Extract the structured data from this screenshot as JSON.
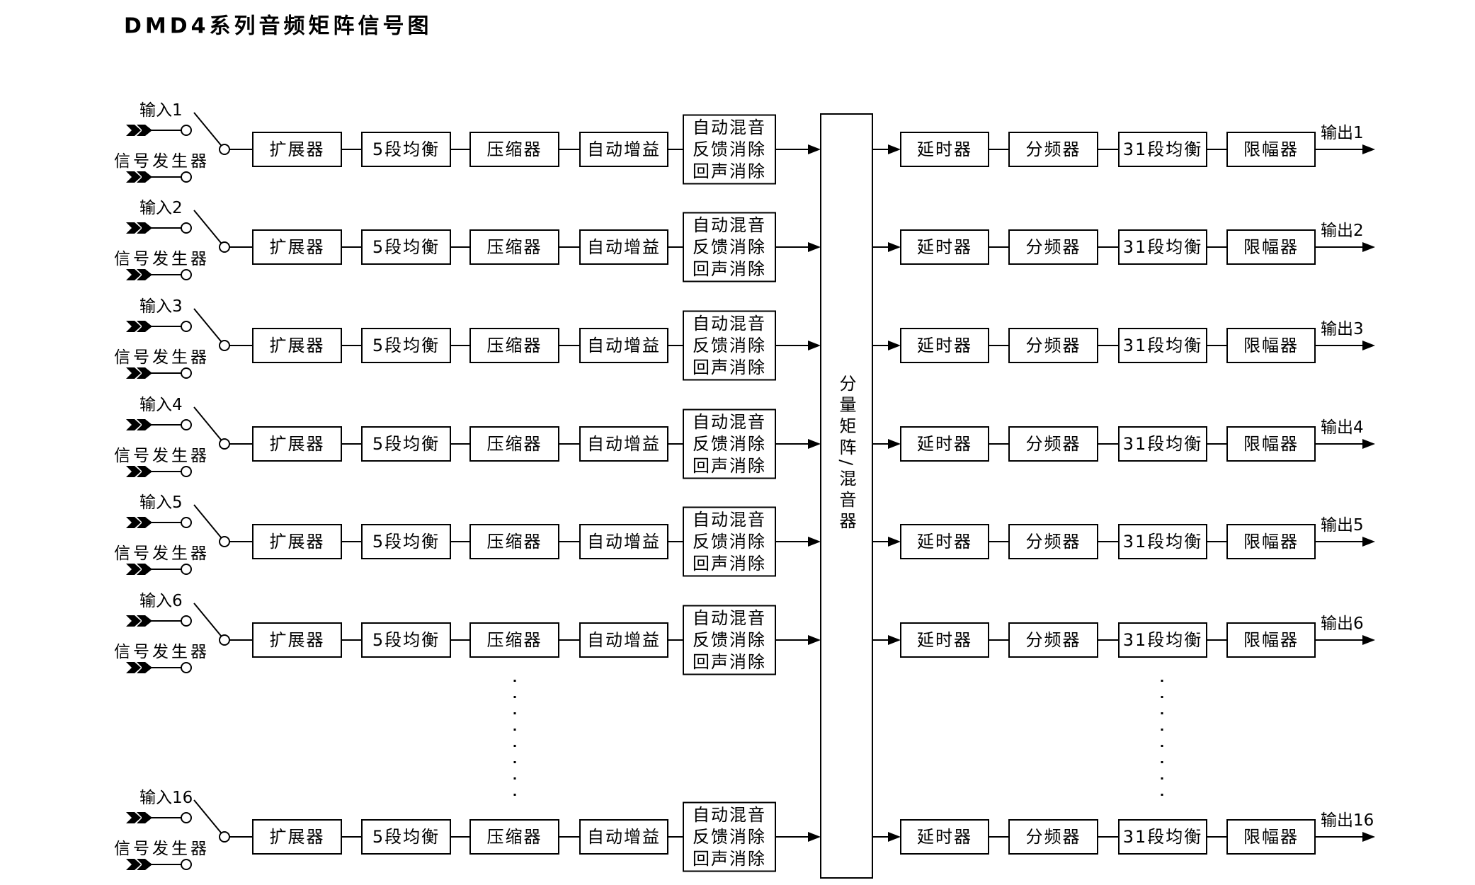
{
  "title": "DMD4系列音频矩阵信号图",
  "input_chain": [
    "扩展器",
    "5段均衡",
    "压缩器",
    "自动增益"
  ],
  "mixer_block": [
    "自动混音",
    "反馈消除",
    "回声消除"
  ],
  "matrix_label": "分量矩阵/混音器",
  "output_chain": [
    "延时器",
    "分频器",
    "31段均衡",
    "限幅器"
  ],
  "rows": [
    {
      "input": "输入1",
      "generator": "信号发生器",
      "output": "输出1"
    },
    {
      "input": "输入2",
      "generator": "信号发生器",
      "output": "输出2"
    },
    {
      "input": "输入3",
      "generator": "信号发生器",
      "output": "输出3"
    },
    {
      "input": "输入4",
      "generator": "信号发生器",
      "output": "输出4"
    },
    {
      "input": "输入5",
      "generator": "信号发生器",
      "output": "输出5"
    },
    {
      "input": "输入6",
      "generator": "信号发生器",
      "output": "输出6"
    },
    {
      "input": "输入16",
      "generator": "信号发生器",
      "output": "输出16"
    }
  ],
  "colors": {
    "ink": "#000000",
    "paper": "#ffffff"
  }
}
